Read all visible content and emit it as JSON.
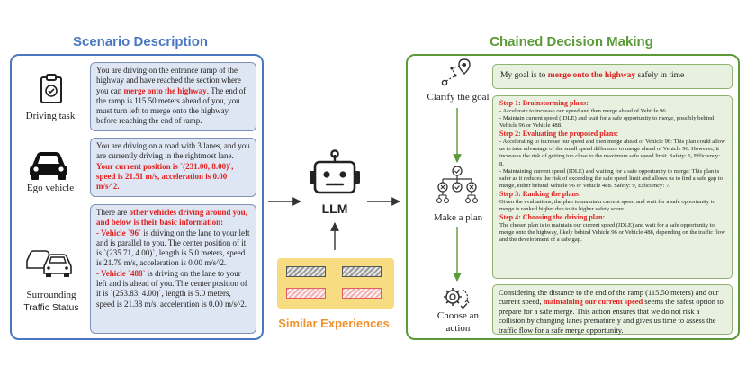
{
  "left_title": "Scenario Description",
  "right_title": "Chained Decision Making",
  "left_labels": {
    "driving_task": "Driving task",
    "ego_vehicle": "Ego vehicle",
    "surrounding_1": "Surrounding",
    "surrounding_2": "Traffic Status"
  },
  "task_box": {
    "t1": "You are driving on the entrance ramp of the highway and have reached the section where you can ",
    "t2": "merge onto the highway",
    "t3": ". The end of the ramp is 115.50 meters ahead of you, you must turn left to merge onto the highway before reaching the end of ramp."
  },
  "ego_box": {
    "t1": "You are driving on a road with 3 lanes, and you are currently driving in the rightmost lane. ",
    "t2": "Your current position is `(231.00, 8.00)`, speed is 21.51 m/s, acceleration is 0.00 m/s^2."
  },
  "traffic_box": {
    "t1": "There are ",
    "t2": "other vehicles driving around you, and below is their basic information:",
    "v1_head": "- Vehicle `96`",
    "v1": " is driving on the lane to your left and is parallel to you. The center position of it is `(235.71, 4.00)`, length is 5.0 meters, speed is 21.79 m/s, acceleration is 0.00 m/s^2.",
    "v2_head": "- Vehicle `488`",
    "v2": " is driving on the lane to your left and is ahead of you. The center position of it is `(253.83, 4.00)`, length is 5.0 meters, speed is 21.38 m/s, acceleration is 0.00 m/s^2."
  },
  "llm_label": "LLM",
  "experience_label": "Similar Experiences",
  "right_labels": {
    "clarify": "Clarify the goal",
    "plan": "Make a plan",
    "action_1": "Choose an",
    "action_2": "action"
  },
  "goal_box": {
    "t1": "My goal is to ",
    "t2": "merge onto the highway",
    "t3": " safely in time"
  },
  "plan_box": {
    "s1": "Step 1: Brainstorming plans:",
    "s1a": "- Accelerate to increase our speed and then merge ahead of Vehicle 96.",
    "s1b": "- Maintain current speed (IDLE) and wait for a safe opportunity to merge, possibly behind Vehicle 96 or Vehicle 488.",
    "s2": "Step 2: Evaluating the proposed plans:",
    "s2a": "- Accelerating to increase our speed and then merge ahead of Vehicle 96: This plan could allow us to take advantage of the small speed difference to merge ahead of Vehicle 96. However, it increases the risk of getting too close to the maximum safe speed limit. Safety: 6, Efficiency: 8.",
    "s2b": "- Maintaining current speed (IDLE) and waiting for a safe opportunity to merge: This plan is safer as it reduces the risk of exceeding the safe speed limit and allows us to find a safe gap to merge, either behind Vehicle 96 or Vehicle 488. Safety: 9, Efficiency: 7.",
    "s3": "Step 3: Ranking the plans:",
    "s3a": "Given the evaluations, the plan to maintain current speed and wait for a safe opportunity to merge is ranked higher due to its higher safety score.",
    "s4": "Step 4: Choosing the driving plan:",
    "s4a": "The chosen plan is to maintain our current speed (IDLE) and wait for a safe opportunity to merge onto the highway, likely behind Vehicle 96 or Vehicle 488, depending on the traffic flow and the development of a safe gap."
  },
  "action_box": {
    "t1": "Considering the distance to the end of the ramp (115.50 meters) and our current speed, ",
    "t2": "maintaining our current speed",
    "t3": " seems the safest option to prepare for a safe merge. This action ensures that we do not risk a collision by changing lanes prematurely and gives us time to assess the traffic flow for a safe merge opportunity."
  },
  "colors": {
    "left_accent": "#4a78c0",
    "right_accent": "#5a9a38",
    "highlight": "#e02020",
    "experience": "#f0922e"
  },
  "icons": [
    "clipboard-check-icon",
    "car-icon",
    "traffic-cars-icon",
    "robot-icon",
    "route-icon",
    "decision-tree-icon",
    "gear-action-icon"
  ]
}
